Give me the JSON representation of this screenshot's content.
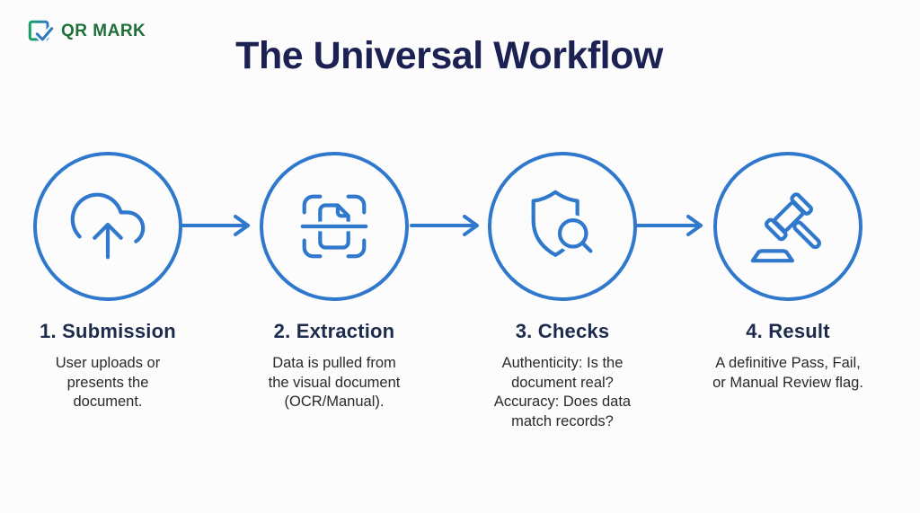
{
  "logo": {
    "text": "QR MARK",
    "icon": "qr-check-square-icon"
  },
  "title": "The Universal Workflow",
  "steps": [
    {
      "id": "submission",
      "heading": "1. Submission",
      "icon": "cloud-upload-icon",
      "description": "User uploads or presents the document.",
      "description_lines": [
        "User uploads or",
        "presents the",
        "document."
      ]
    },
    {
      "id": "extraction",
      "heading": "2. Extraction",
      "icon": "document-scan-icon",
      "description": "Data is pulled from the visual document (OCR/Manual).",
      "description_lines": [
        "Data is pulled from",
        "the visual document",
        "(OCR/Manual)."
      ]
    },
    {
      "id": "checks",
      "heading": "3. Checks",
      "icon": "shield-magnifier-icon",
      "description": "Authenticity: Is the document real? Accuracy: Does data match records?",
      "description_lines": [
        "Authenticity: Is the",
        "document real?",
        "Accuracy: Does data",
        "match records?"
      ]
    },
    {
      "id": "result",
      "heading": "4. Result",
      "icon": "gavel-icon",
      "description": "A definitive Pass, Fail, or Manual Review flag.",
      "description_lines": [
        "A definitive Pass, Fail,",
        "or Manual Review flag."
      ]
    }
  ],
  "colors": {
    "accent_blue": "#2f78cc",
    "title_navy": "#1b2152",
    "heading_navy": "#1d2b4c",
    "body_text": "#2a2a2a",
    "logo_green": "#1f6f38",
    "logo_teal": "#14a05f",
    "background": "#fcfcfc"
  }
}
